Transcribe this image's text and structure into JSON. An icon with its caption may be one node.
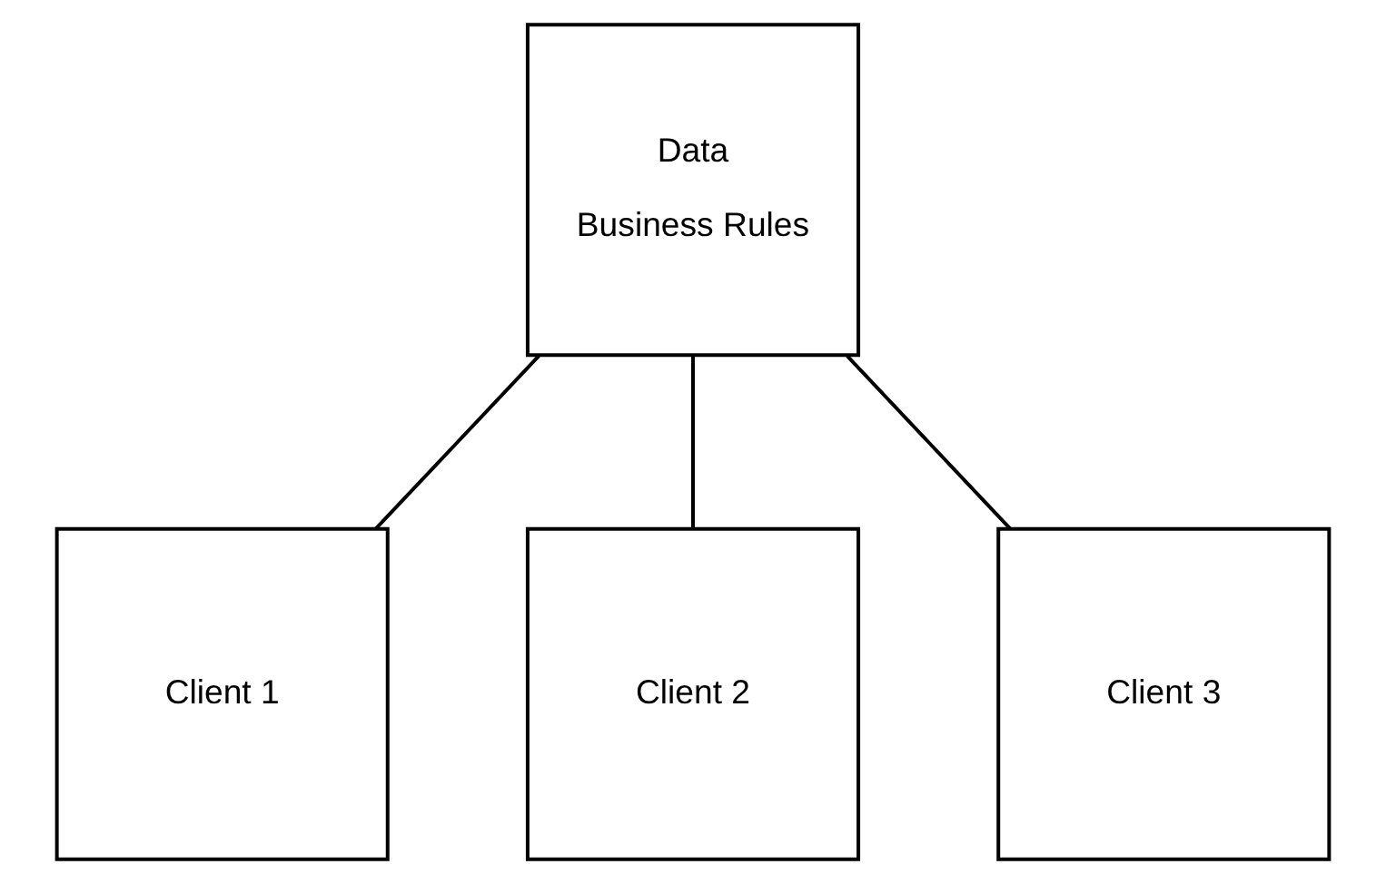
{
  "diagram": {
    "nodes": [
      {
        "text": [
          "Data",
          "Business Rules"
        ]
      },
      {
        "text": [
          "Client 1"
        ]
      },
      {
        "text": [
          "Client 2"
        ]
      },
      {
        "text": [
          "Client 3"
        ]
      }
    ],
    "edges": [
      {
        "from": 0,
        "to": 1,
        "arrow": "none"
      },
      {
        "from": 0,
        "to": 2,
        "arrow": "none"
      },
      {
        "from": 0,
        "to": 3,
        "arrow": "none"
      }
    ]
  }
}
